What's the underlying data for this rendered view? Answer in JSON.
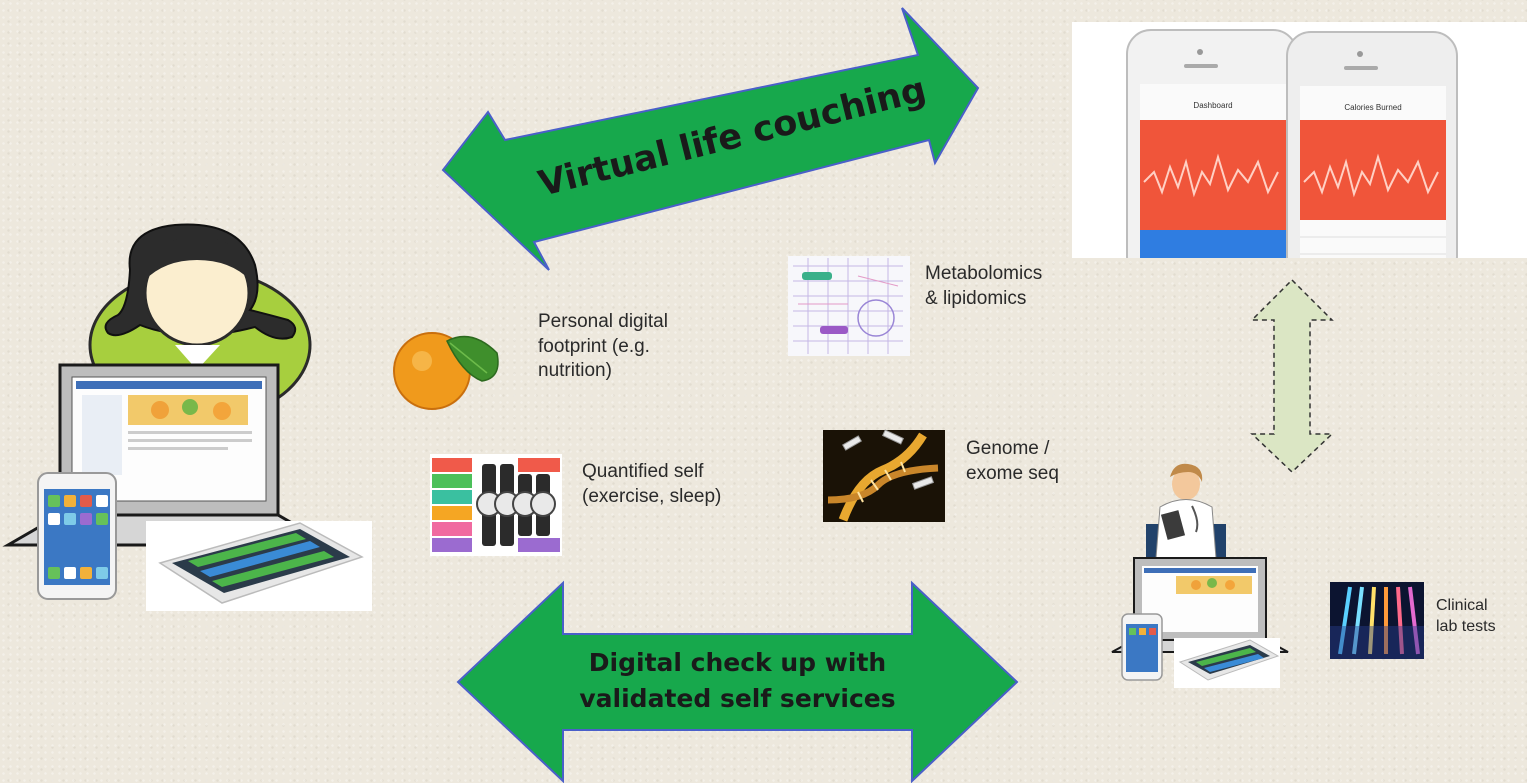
{
  "arrows": {
    "top_label": "Virtual life couching",
    "bottom_label_line1": "Digital check up with",
    "bottom_label_line2": "validated self services",
    "fill_color": "#17a84c",
    "stroke_color": "#4a5fc9",
    "vertical_fill_color": "#dbe6c4"
  },
  "items": {
    "nutrition": "Personal digital\nfootprint (e.g.\nnutrition)",
    "quantified": "Quantified self\n(exercise, sleep)",
    "metabolomics": "Metabolomics\n& lipidomics",
    "genome": "Genome /\nexome seq",
    "clinical": "Clinical\nlab tests"
  },
  "phone_screen": {
    "left_title": "Dashboard",
    "right_title": "Calories Burned"
  }
}
